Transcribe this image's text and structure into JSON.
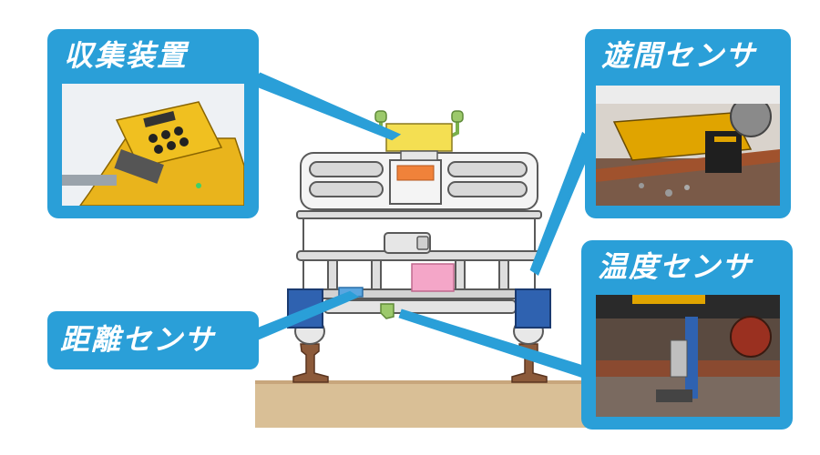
{
  "callouts": {
    "collector": "収集装置",
    "gap_sensor": "遊間センサ",
    "temp_sensor": "温度センサ",
    "distance_sensor": "距離センサ"
  },
  "colors": {
    "callout_blue": "#2a9fd8",
    "machine_line": "#5a5a5a",
    "ground": "#c8a67c",
    "collector_yellow": "#f4df52",
    "marker_orange": "#f0823a",
    "box_pink": "#f4a6c8",
    "sensor_blue": "#2f62b0",
    "handle_green": "#9cc96b"
  }
}
